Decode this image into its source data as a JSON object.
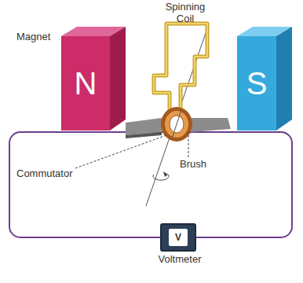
{
  "diagram": {
    "nodes": [
      {
        "text": [
          "N"
        ]
      },
      {
        "text": [
          "S"
        ]
      },
      {
        "text": [
          "V",
          "Voltmeter"
        ]
      }
    ],
    "labels": [
      "Magnet",
      "Spinning Coil",
      "Commutator",
      "Brush"
    ]
  }
}
